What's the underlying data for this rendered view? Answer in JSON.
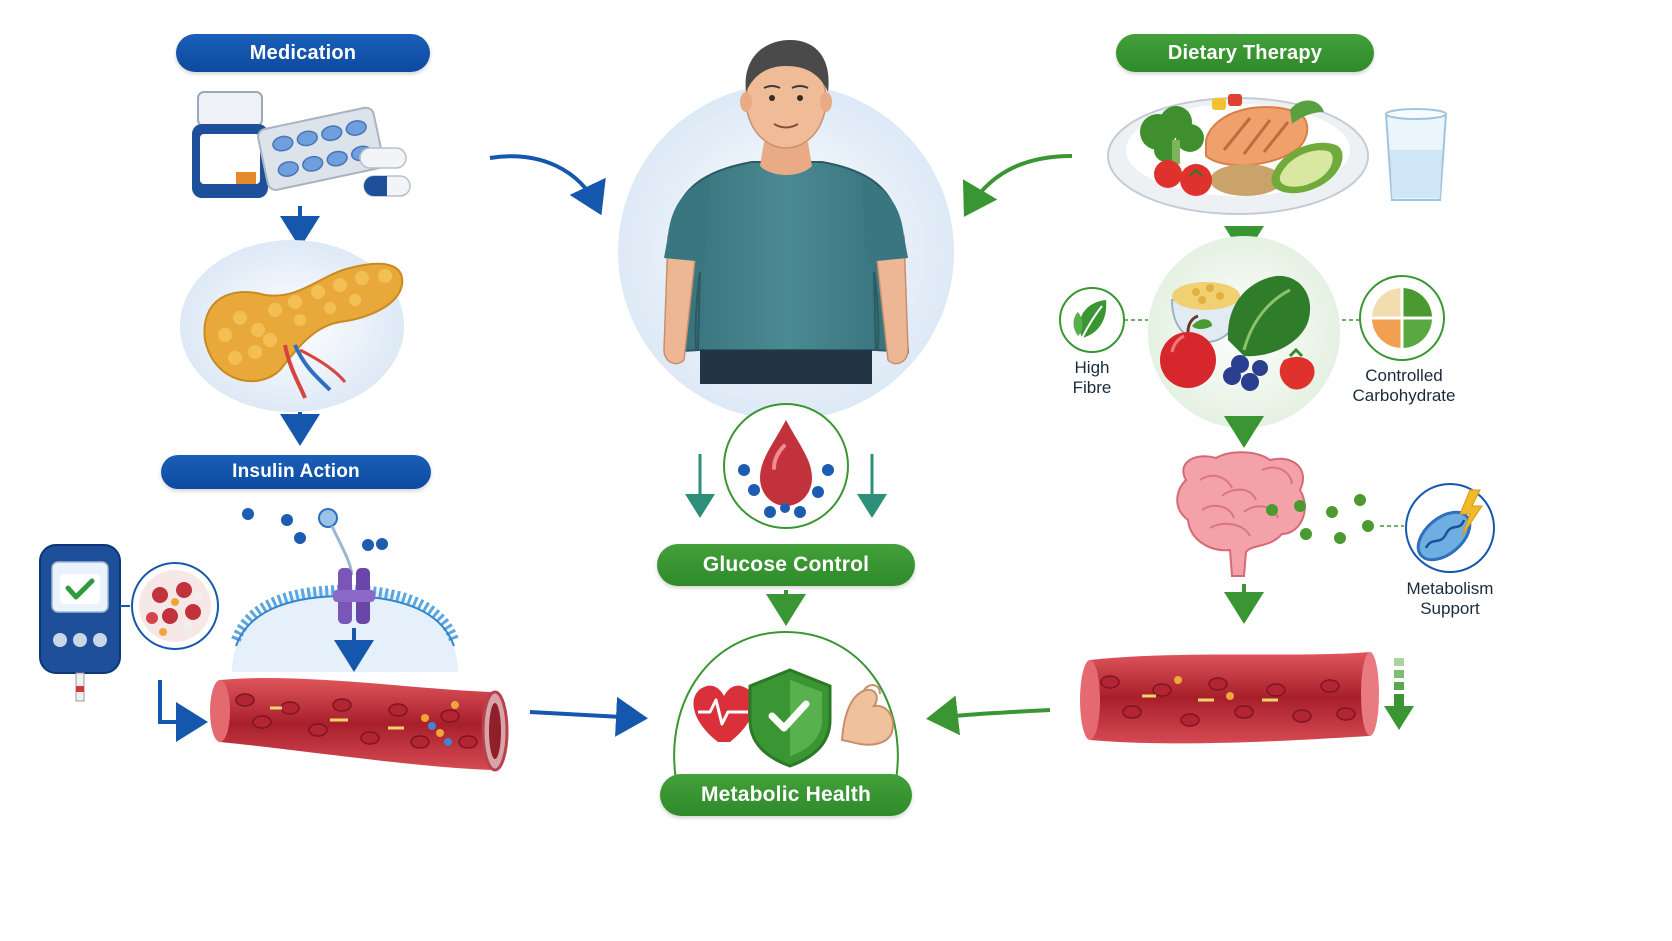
{
  "labels": {
    "medication": "Medication",
    "dietary_therapy": "Dietary Therapy",
    "insulin_action": "Insulin Action",
    "glucose_control": "Glucose Control",
    "metabolic_health": "Metabolic Health",
    "high_fibre_line1": "High",
    "high_fibre_line2": "Fibre",
    "controlled_line1": "Controlled",
    "controlled_line2": "Carbohydrate",
    "metabolism_line1": "Metabolism",
    "metabolism_line2": "Support"
  },
  "colors": {
    "blue": "#1557ad",
    "green": "#3a9632",
    "teal": "#2d8f7a",
    "shirt": "#3f7d86",
    "vessel": "#c2323d",
    "pancreas": "#e8a93a"
  }
}
